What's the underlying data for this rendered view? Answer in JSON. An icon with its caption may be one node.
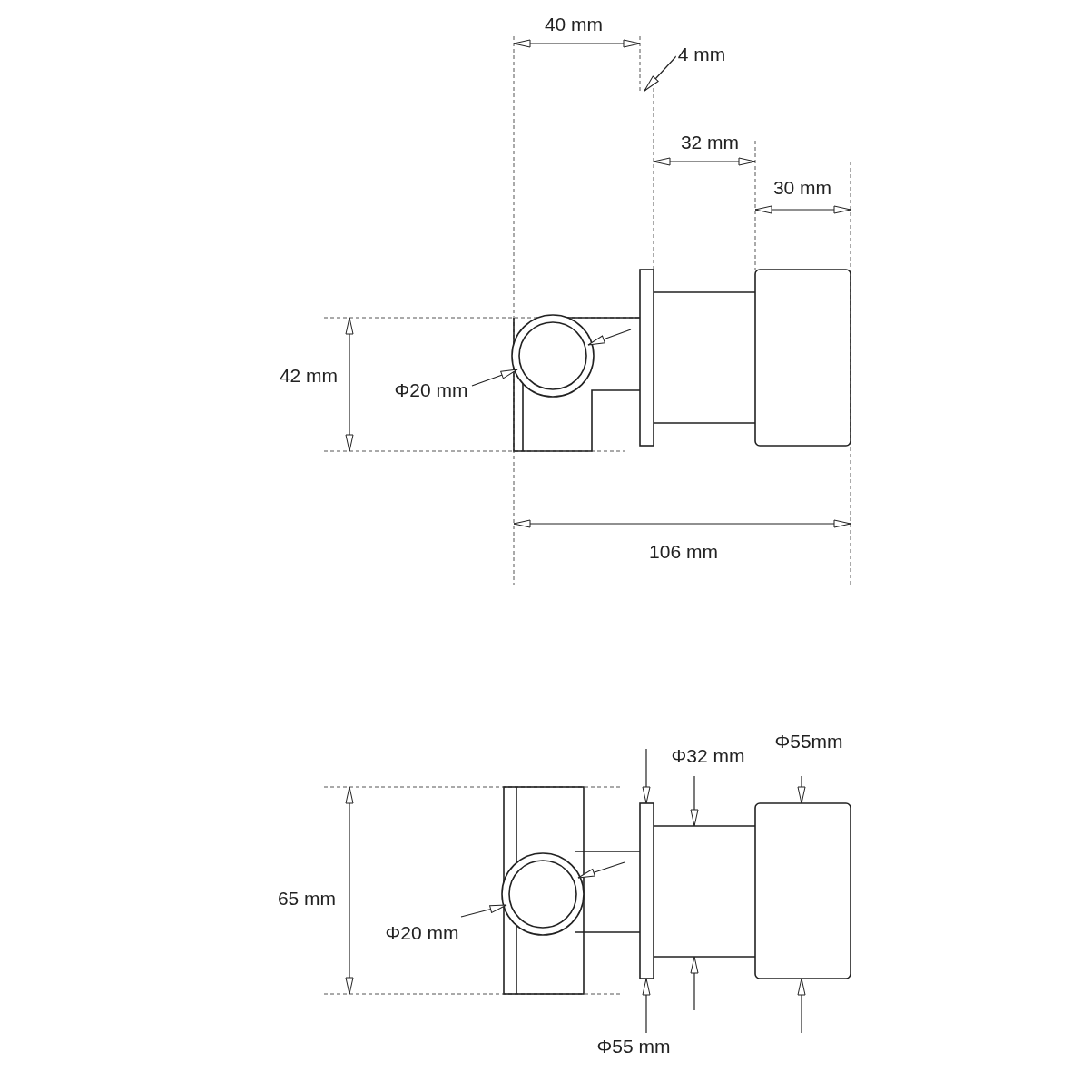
{
  "diagram": {
    "labels": [
      "40 mm",
      "4 mm",
      "32 mm",
      "30 mm",
      "42 mm",
      "Φ20 mm",
      "106 mm",
      "Φ55mm",
      "Φ32 mm",
      "65 mm",
      "Φ20 mm",
      "Φ55 mm"
    ]
  }
}
